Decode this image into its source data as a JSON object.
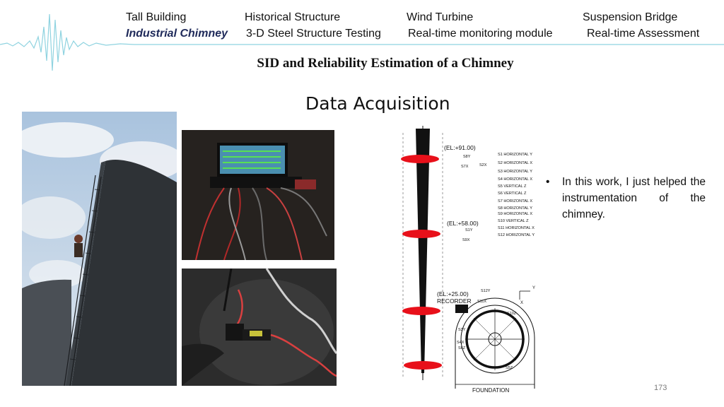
{
  "nav": {
    "row1": [
      "Tall Building",
      "Historical Structure",
      "Wind Turbine",
      "Suspension Bridge"
    ],
    "row2": [
      "Industrial Chimney",
      "3-D Steel Structure Testing",
      "Real-time monitoring module",
      "Real-time Assessment"
    ],
    "active": "Industrial Chimney"
  },
  "slide": {
    "title": "SID and Reliability Estimation of a Chimney",
    "subtitle": "Data Acquisition",
    "bullet": "In this work, I just helped the instrumentation of the chimney.",
    "page_number": "173"
  },
  "diagram": {
    "elevations": [
      "(EL:+91.00)",
      "(EL:+58.00)",
      "(EL:+25.00)"
    ],
    "recorder": "RECORDER",
    "foundation": "FOUNDATION",
    "sensors_top": [
      "S8Y",
      "S7X",
      "S2X"
    ],
    "sensors_mid": [
      "S1Y",
      "S9X"
    ],
    "sensors_low": [
      "S12Y",
      "S11X"
    ],
    "sensors_plan": [
      "S10Z",
      "S3Y",
      "S4X",
      "S6Z",
      "S5Z"
    ],
    "axis_y": "Y",
    "axis_x": "X",
    "legend": [
      "S1 HORIZONTAL Y",
      "S2 HORIZONTAL X",
      "S3 HORIZONTAL Y",
      "S4 HORIZONTAL X",
      "S5 VERTICAL Z",
      "S6 VERTICAL Z",
      "S7 HORIZONTAL X",
      "S8 HORIZONTAL Y",
      "S9 HORIZONTAL X",
      "S10 VERTICAL Z",
      "S11 HORIZONTAL X",
      "S12 HORIZONTAL Y"
    ]
  },
  "colors": {
    "accent_navy": "#1f2a5a",
    "marker_red": "#e8101a"
  }
}
